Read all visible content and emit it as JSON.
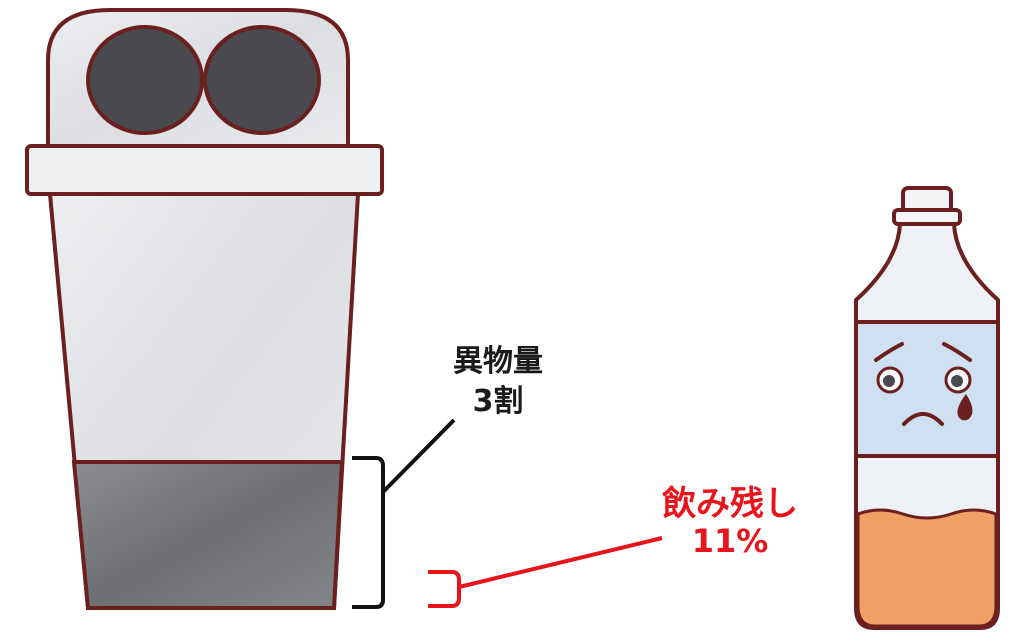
{
  "annotations": {
    "foreign_matter": {
      "line1": "異物量",
      "line2": "3割"
    },
    "leftover_drinks": {
      "line1": "飲み残し",
      "line2": "11%"
    }
  },
  "colors": {
    "foreign_annotation": "#1a1a1a",
    "leftover_annotation": "#e8141c",
    "outline": "#6b1f1f",
    "bin_body": "#e7e8ea",
    "bin_fill": "#77787c",
    "bin_holes": "#4a4a4e",
    "bottle_label": "#cfe0f2",
    "bottle_liquid": "#f0a064"
  },
  "fill_levels": {
    "bin_foreign_matter_fraction": 0.3,
    "bottle_leftover_fraction": 0.11
  },
  "icons": [
    "trash-bin-icon",
    "pet-bottle-icon",
    "sad-face-icon"
  ]
}
